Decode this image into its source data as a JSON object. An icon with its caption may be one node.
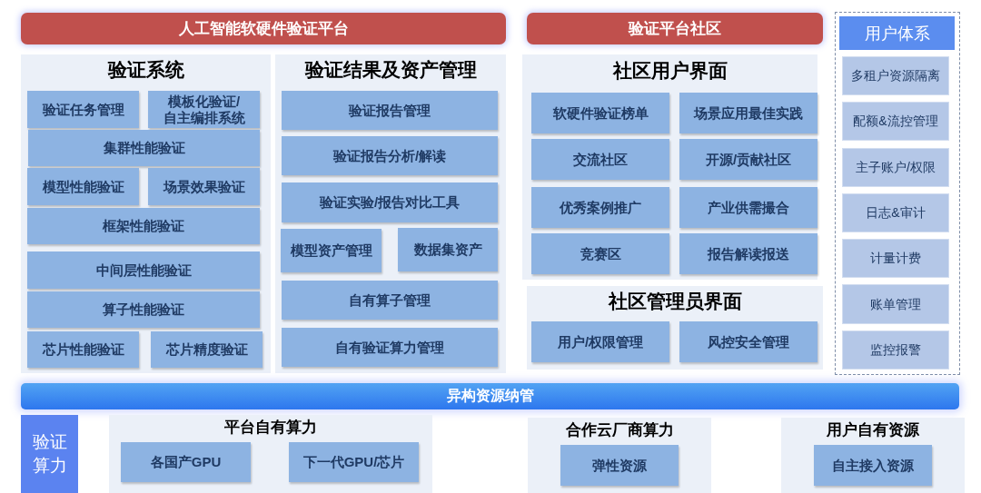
{
  "diagram": {
    "nodes": [
      {
        "text": [
          "人工智能软硬件验证平台"
        ]
      },
      {
        "text": [
          "验证系统"
        ]
      },
      {
        "text": [
          "验证任务管理"
        ],
        "in": 1
      },
      {
        "text": [
          "模板化验证/自主编排系统"
        ],
        "in": 1
      },
      {
        "text": [
          "集群性能验证"
        ],
        "in": 1
      },
      {
        "text": [
          "模型性能验证"
        ],
        "in": 1
      },
      {
        "text": [
          "场景效果验证"
        ],
        "in": 1
      },
      {
        "text": [
          "框架性能验证"
        ],
        "in": 1
      },
      {
        "text": [
          "中间层性能验证"
        ],
        "in": 1
      },
      {
        "text": [
          "算子性能验证"
        ],
        "in": 1
      },
      {
        "text": [
          "芯片性能验证"
        ],
        "in": 1
      },
      {
        "text": [
          "芯片精度验证"
        ],
        "in": 1
      },
      {
        "text": [
          "验证结果及资产管理"
        ]
      },
      {
        "text": [
          "验证报告管理"
        ],
        "in": 12
      },
      {
        "text": [
          "验证报告分析/解读"
        ],
        "in": 12
      },
      {
        "text": [
          "验证实验/报告对比工具"
        ],
        "in": 12
      },
      {
        "text": [
          "模型资产管理"
        ],
        "in": 12
      },
      {
        "text": [
          "数据集资产"
        ],
        "in": 12
      },
      {
        "text": [
          "自有算子管理"
        ],
        "in": 12
      },
      {
        "text": [
          "自有验证算力管理"
        ],
        "in": 12
      },
      {
        "text": [
          "验证平台社区"
        ]
      },
      {
        "text": [
          "社区用户界面"
        ]
      },
      {
        "text": [
          "软硬件验证榜单"
        ],
        "in": 21
      },
      {
        "text": [
          "场景应用最佳实践"
        ],
        "in": 21
      },
      {
        "text": [
          "交流社区"
        ],
        "in": 21
      },
      {
        "text": [
          "开源/贡献社区"
        ],
        "in": 21
      },
      {
        "text": [
          "优秀案例推广"
        ],
        "in": 21
      },
      {
        "text": [
          "产业供需撮合"
        ],
        "in": 21
      },
      {
        "text": [
          "竞赛区"
        ],
        "in": 21
      },
      {
        "text": [
          "报告解读报送"
        ],
        "in": 21
      },
      {
        "text": [
          "社区管理员界面"
        ]
      },
      {
        "text": [
          "用户/权限管理"
        ],
        "in": 30
      },
      {
        "text": [
          "风控安全管理"
        ],
        "in": 30
      },
      {
        "text": [],
        "shape": "box"
      },
      {
        "text": [
          "用户体系"
        ],
        "in": 33
      },
      {
        "text": [
          "多租户资源隔离"
        ],
        "in": 33
      },
      {
        "text": [
          "配额&流控管理"
        ],
        "in": 33
      },
      {
        "text": [
          "主子账户/权限"
        ],
        "in": 33
      },
      {
        "text": [
          "日志&审计"
        ],
        "in": 33
      },
      {
        "text": [
          "计量计费"
        ],
        "in": 33
      },
      {
        "text": [
          "账单管理"
        ],
        "in": 33
      },
      {
        "text": [
          "监控报警"
        ],
        "in": 33
      },
      {
        "text": [
          "异构资源纳管"
        ]
      },
      {
        "text": [
          "验证算力"
        ]
      },
      {
        "text": [
          "平台自有算力"
        ]
      },
      {
        "text": [
          "各国产GPU"
        ],
        "in": 44
      },
      {
        "text": [
          "下一代GPU/芯片"
        ],
        "in": 44
      },
      {
        "text": [
          "合作云厂商算力"
        ]
      },
      {
        "text": [
          "弹性资源"
        ],
        "in": 47
      },
      {
        "text": [
          "用户自有资源"
        ]
      },
      {
        "text": [
          "自主接入资源"
        ],
        "in": 49
      }
    ]
  }
}
